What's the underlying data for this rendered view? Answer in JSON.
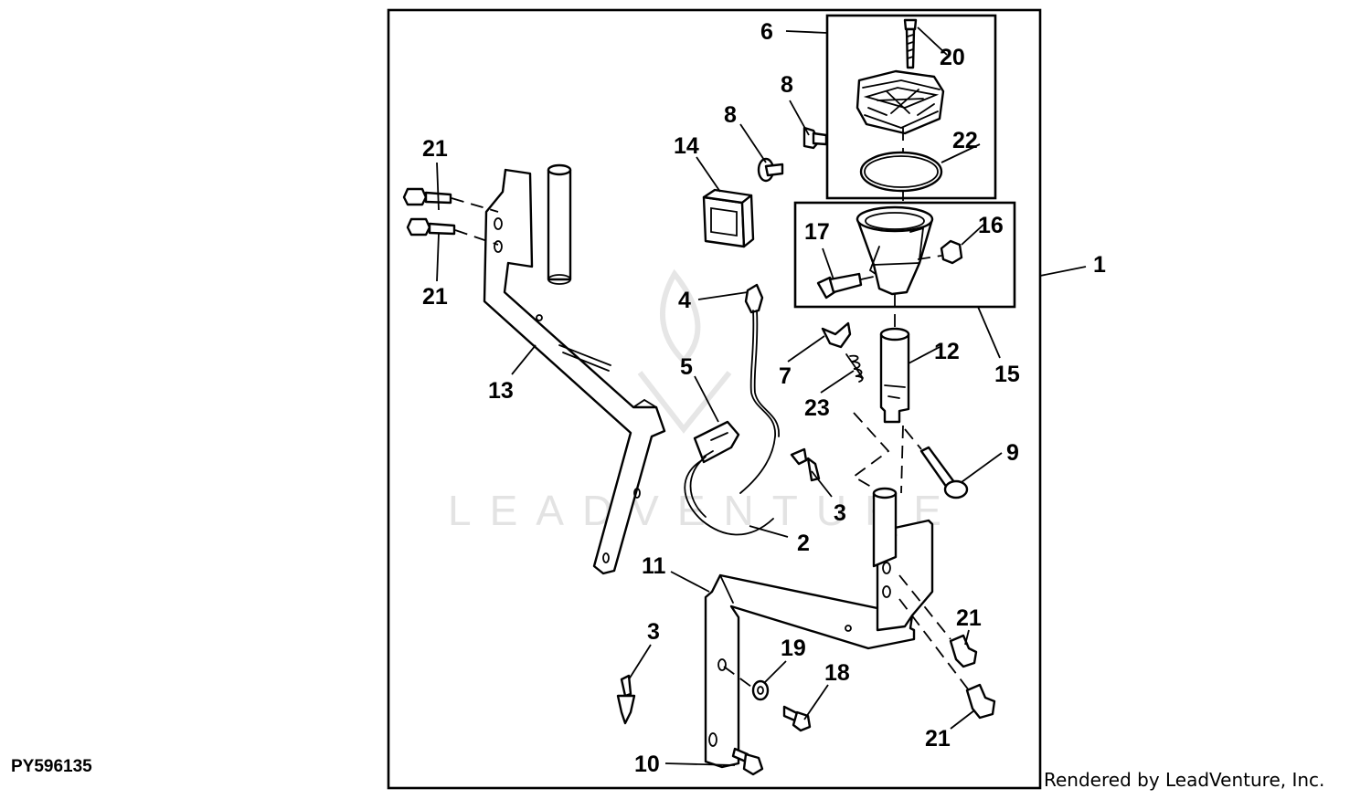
{
  "figure_id": "PY596135",
  "credit": "Rendered by LeadVenture, Inc.",
  "watermark": "LEADVENTURE",
  "callouts": {
    "c1": "1",
    "c2": "2",
    "c3a": "3",
    "c3b": "3",
    "c4": "4",
    "c5": "5",
    "c6": "6",
    "c7": "7",
    "c8a": "8",
    "c8b": "8",
    "c9": "9",
    "c10": "10",
    "c11": "11",
    "c12": "12",
    "c13": "13",
    "c14": "14",
    "c15": "15",
    "c16": "16",
    "c17": "17",
    "c18": "18",
    "c19": "19",
    "c20": "20",
    "c21a": "21",
    "c21b": "21",
    "c21c": "21",
    "c21d": "21",
    "c22": "22",
    "c23": "23"
  }
}
